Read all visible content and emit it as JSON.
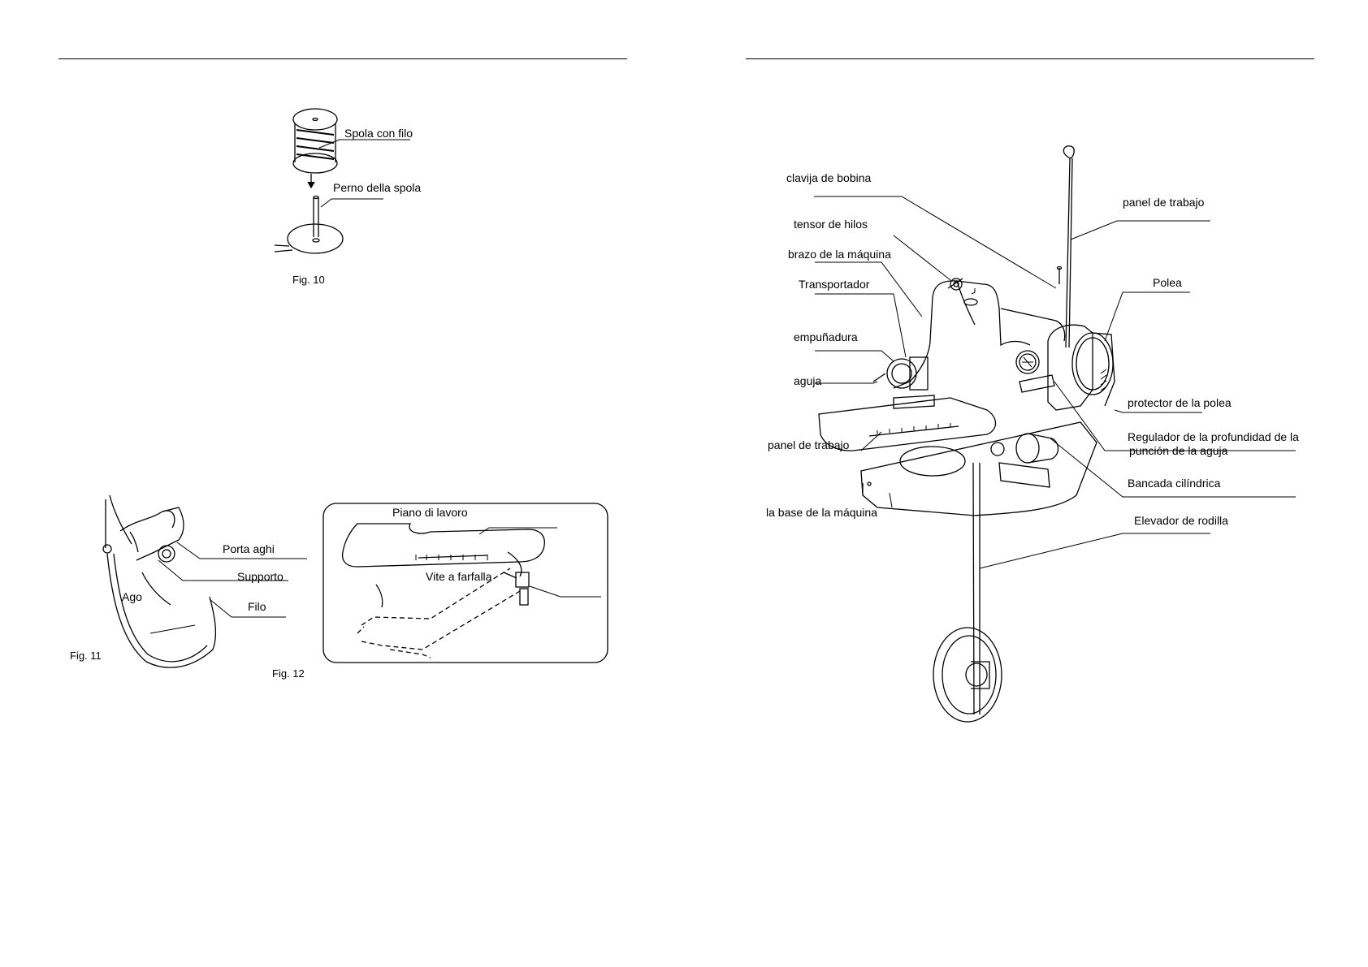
{
  "left_page": {
    "fig10": {
      "caption": "Fig. 10",
      "labels": {
        "spool": "Spola con filo",
        "pin": "Perno della spola"
      }
    },
    "fig11": {
      "caption": "Fig. 11",
      "labels": {
        "needle_holder": "Porta aghi",
        "support": "Supporto",
        "needle": "Ago",
        "thread": "Filo"
      }
    },
    "fig12": {
      "caption": "Fig. 12",
      "labels": {
        "work_plane": "Piano di lavoro",
        "wing_screw": "Vite a farfalla"
      }
    }
  },
  "right_page": {
    "labels": {
      "bobbin_pin": "clavija de bobina",
      "thread_tensioner": "tensor de hilos",
      "machine_arm": "brazo de la máquina",
      "feed_dog": "Transportador",
      "handle": "empuñadura",
      "needle": "aguja",
      "work_panel_left": "panel de trabajo",
      "machine_base": "la base de la máquina",
      "work_panel_right": "panel de trabajo",
      "pulley": "Polea",
      "pulley_guard": "protector de la polea",
      "depth_regulator_1": "Regulador de la profundidad de la",
      "depth_regulator_2": "punción de la aguja",
      "cylinder_bed": "Bancada cilíndrica",
      "knee_lifter": "Elevador de rodilla"
    }
  }
}
